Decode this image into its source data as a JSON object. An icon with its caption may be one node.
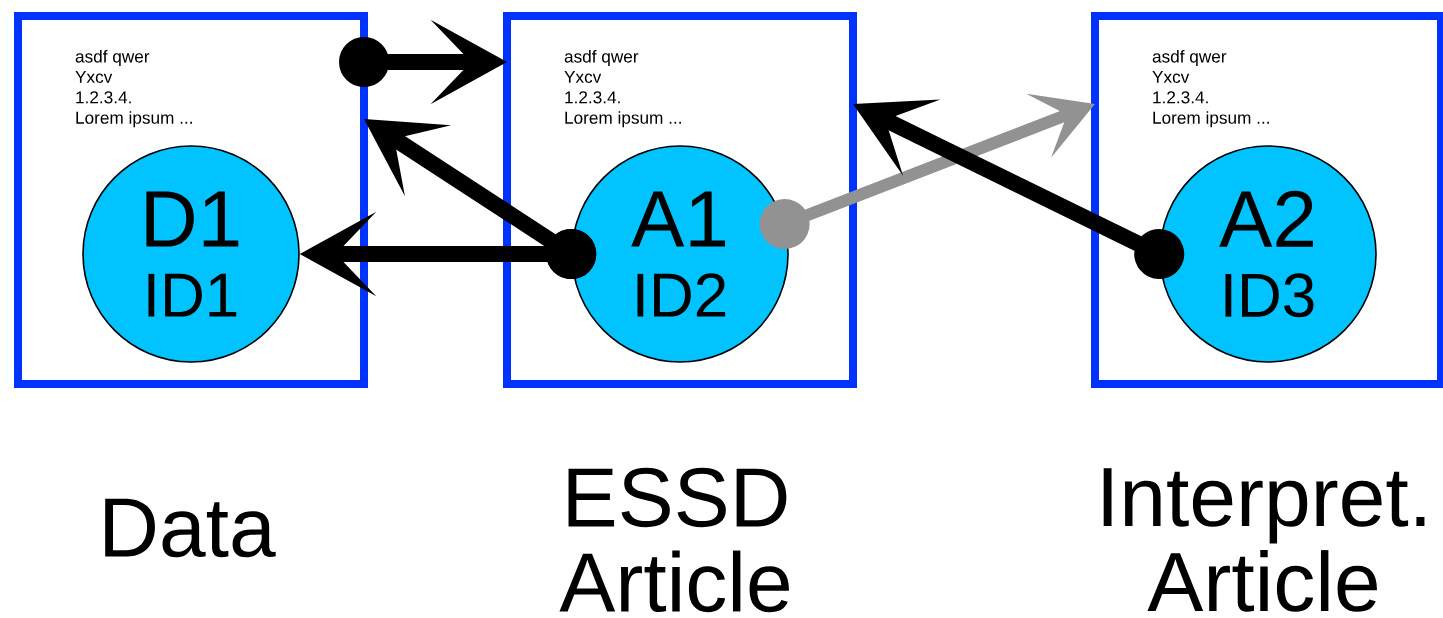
{
  "diagram": {
    "nodes": [
      {
        "text": [
          "asdf qwer",
          "Yxcv",
          "1.2.3.4.",
          "Lorem ipsum ..."
        ],
        "beside": [
          "Data"
        ]
      },
      {
        "text": [
          "D1",
          "ID1"
        ],
        "in": 0
      },
      {
        "text": [
          "asdf qwer",
          "Yxcv",
          "1.2.3.4.",
          "Lorem ipsum ..."
        ],
        "beside": [
          "ESSD",
          "Article"
        ]
      },
      {
        "text": [
          "A1",
          "ID2"
        ],
        "in": 2
      },
      {
        "text": [
          "asdf qwer",
          "Yxcv",
          "1.2.3.4.",
          "Lorem ipsum ..."
        ],
        "beside": [
          "Interpret.",
          "Article"
        ]
      },
      {
        "text": [
          "A2",
          "ID3"
        ],
        "in": 4
      }
    ],
    "edges": [
      {
        "from": 0,
        "to": 2,
        "arrow": "to"
      },
      {
        "from": 3,
        "to": 0,
        "arrow": "to"
      },
      {
        "from": 3,
        "to": 1,
        "arrow": "to"
      },
      {
        "from": 3,
        "to": 4,
        "arrow": "to",
        "color": "#929292"
      },
      {
        "from": 5,
        "to": 2,
        "arrow": "to"
      }
    ]
  }
}
